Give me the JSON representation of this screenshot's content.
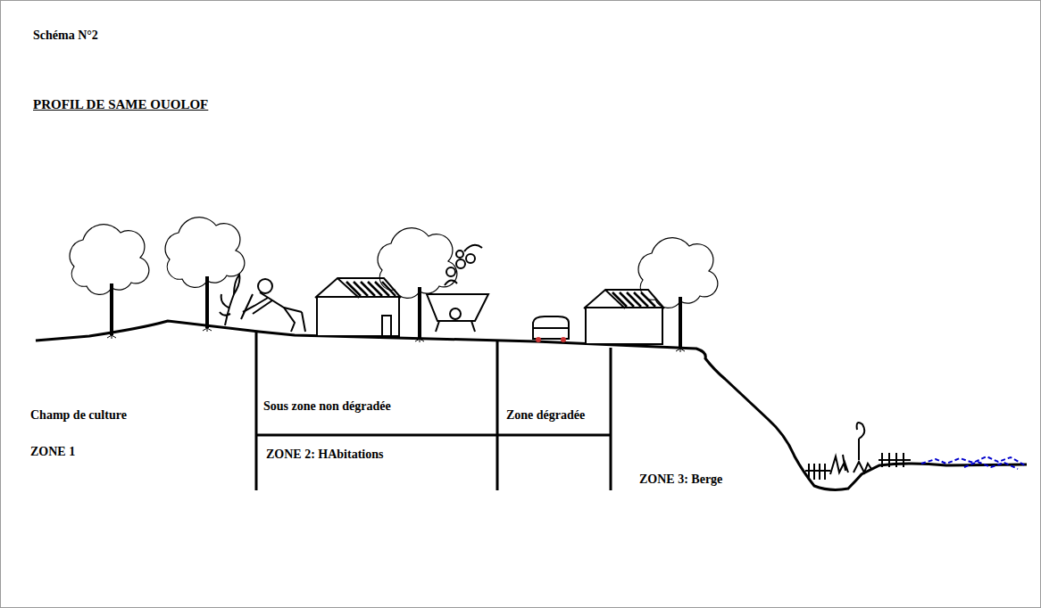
{
  "diagram": {
    "title": "PROFIL DE SAME OUOLOF",
    "labels": [
      "Schéma N°2",
      "Champ de culture",
      "ZONE 1",
      "Sous zone non dégradée",
      "ZONE 2: HAbitations",
      "Zone dégradée",
      "ZONE 3: Berge"
    ]
  }
}
